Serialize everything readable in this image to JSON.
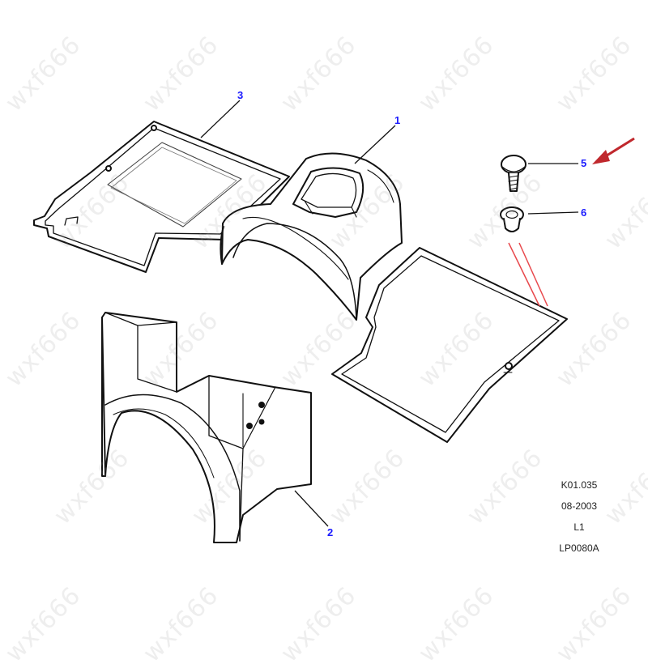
{
  "callouts": {
    "c1": "1",
    "c2": "2",
    "c3": "3",
    "c5": "5",
    "c6": "6"
  },
  "meta": {
    "code": "K01.035",
    "date": "08-2003",
    "level": "L1",
    "ref": "LP0080A"
  },
  "watermark": "wxf666",
  "colors": {
    "callout": "#1a1aff",
    "arrow": "#c0282d",
    "highlight_lines": "#e8484c",
    "line": "#111111"
  },
  "icons": [
    "red-arrow-icon"
  ]
}
